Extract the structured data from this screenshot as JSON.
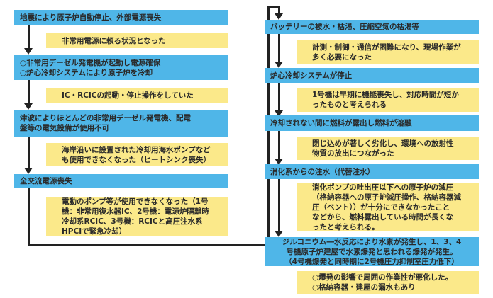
{
  "left_column": [
    {
      "event": [
        "地震により原子炉自動停止、外部電源喪失"
      ],
      "note": [
        "非常用電源に頼る状況となった"
      ]
    },
    {
      "event": [
        "○非常用デーゼル発電機が起動し電源確保",
        "○炉心冷却システムにより原子炉を冷却"
      ],
      "note": [
        "IC・RCICの起動・停止操作をしていた"
      ]
    },
    {
      "event": [
        "津波によりほとんどの非常用デーゼル発電機、配電",
        "盤等の電気設備が使用不可"
      ],
      "note": [
        "海岸沿いに設置された冷却用海水ポンプなど",
        "も使用できなくなった（ヒートシンク喪失）"
      ]
    },
    {
      "event": [
        "全交流電源喪失"
      ],
      "note": [
        "電動のポンプ等が使用できなくなった（1号",
        "機：非常用復水器IC、2号機：電源炉隔離時",
        "冷却系RCIC、3号機：RCICと高圧注水系",
        "HPCIで緊急冷却）"
      ]
    }
  ],
  "right_column": [
    {
      "event": [
        "バッテリーの被水・枯渇、圧縮空気の枯渇等"
      ],
      "note": [
        "計測・制御・通信が困難になり、現場作業が",
        "多く必要になった"
      ]
    },
    {
      "event": [
        "炉心冷却システムが停止"
      ],
      "note": [
        "1号機は早期に機能喪失し、対応時間が短か",
        "ったものと考えられる"
      ]
    },
    {
      "event": [
        "冷却されない間に燃料が露出し燃料が溶融"
      ],
      "note": [
        "閉じ込めが著しく劣化し、環境への放射性",
        "物質の放出につながった"
      ]
    },
    {
      "event": [
        "消化系からの注水（代替注水）"
      ],
      "note": [
        "消化ポンプの吐出圧以下への原子炉の減圧",
        "（格納容器への原子炉減圧操作、格納容器減",
        "圧（ベント））が十分にできなかったこと",
        "などから、燃料露出している時間が長くな",
        "ったと考えられる。"
      ]
    },
    {
      "event": [
        "ジルコニウム―水反応により水素が発生し、1、3、4",
        "号機原子炉建屋で水素爆発と思われる爆発が発生。",
        "（4号機爆発と同時期に2号機圧力抑制室圧力低下）"
      ],
      "note": [
        "○爆発の影響で周囲の作業性が悪化した。",
        "○格納容器・建屋の漏水もあり"
      ]
    }
  ],
  "colors": {
    "event_box": "#4fb6e8",
    "note_box": "#fbe98a",
    "arrow": "#222222"
  }
}
